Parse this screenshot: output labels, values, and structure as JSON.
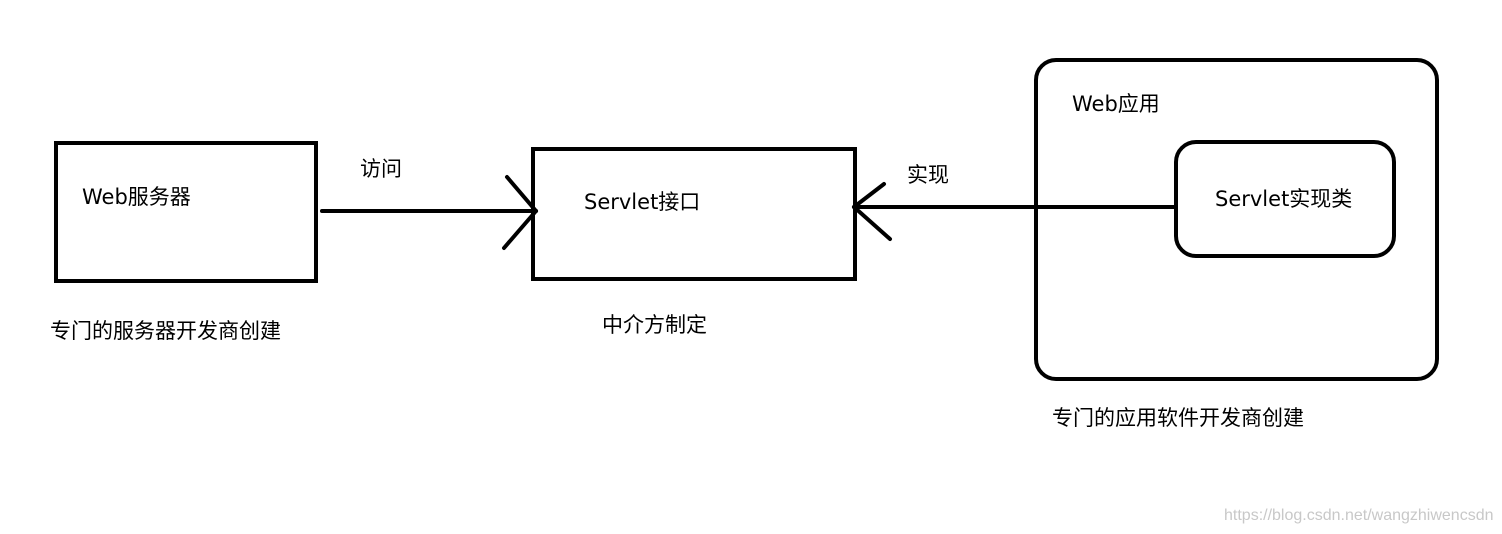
{
  "web_server": {
    "label": "Web服务器",
    "caption": "专门的服务器开发商创建"
  },
  "servlet_interface": {
    "label": "Servlet接口",
    "caption": "中介方制定"
  },
  "web_app": {
    "label": "Web应用",
    "caption": "专门的应用软件开发商创建",
    "impl_class": {
      "label": "Servlet实现类"
    }
  },
  "edges": {
    "access_label": "访问",
    "implements_label": "实现"
  },
  "watermark": "https://blog.csdn.net/wangzhiwencsdn"
}
